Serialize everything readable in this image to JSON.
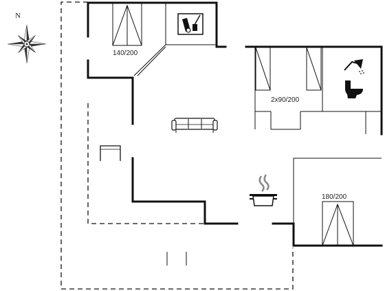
{
  "compass": {
    "north_label": "N"
  },
  "rooms": {
    "bedroom_1": {
      "bed_label": "140/200"
    },
    "bedroom_2": {
      "bed_label": "2x90/200"
    },
    "bedroom_3": {
      "bed_label": "180/200"
    }
  },
  "icons": {
    "utility": "washing-machine-icon",
    "bathroom_shower": "shower-icon",
    "bathroom_toilet": "toilet-icon",
    "living": "sofa-icon",
    "dining": "table-icon",
    "kitchen": "cooking-pot-icon"
  }
}
